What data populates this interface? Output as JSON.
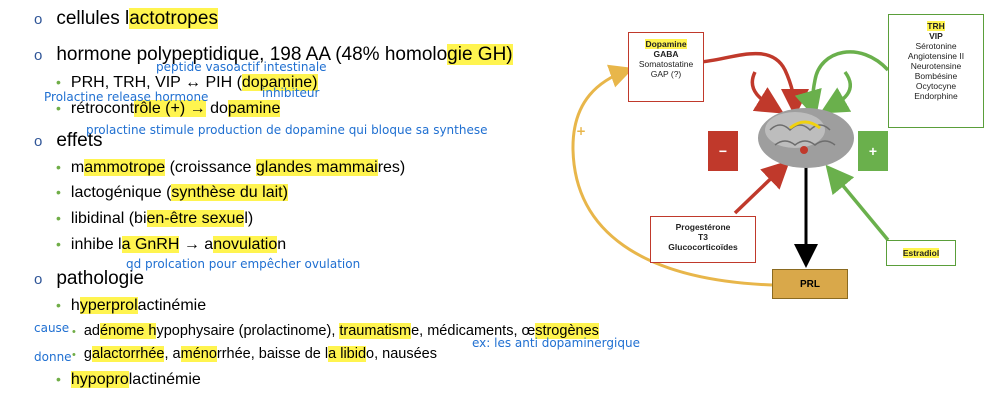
{
  "list": {
    "l1a": {
      "pre": "cellules l",
      "hl": "actotropes"
    },
    "l1b": {
      "pre": "hormone polypeptidique, 198 AA (48% homolo",
      "hl": "gie GH)"
    },
    "l2a": {
      "pre": "PRH, TRH, VIP ↔ PIH (",
      "hl": "dopamine)"
    },
    "l2b": {
      "pre": "rétrocont",
      "hl": "rôle (+) →",
      "mid": " do",
      "hl2": "pamine"
    },
    "l1c": {
      "text": "effets"
    },
    "l2c": {
      "pre": "m",
      "hl": "ammotrope",
      "mid": " (croissance ",
      "hl2": "glandes mammai",
      "post": "res)"
    },
    "l2d": {
      "pre": "lactogénique (",
      "hl": "synthèse du lait)"
    },
    "l2e": {
      "pre": "libidinal (bi",
      "hl": "en-être sexue",
      "post": "l)"
    },
    "l2f": {
      "pre": "inhibe l",
      "hl": "a GnRH",
      "mid": " → a",
      "hl2": "novulatio",
      "post": "n"
    },
    "l1d": {
      "text": "pathologie"
    },
    "l2g": {
      "pre": "h",
      "hl": "yperprol",
      "post": "actinémie"
    },
    "l3a": {
      "pre": "ad",
      "hl": "énome h",
      "mid": "ypophysaire (prolactinome), ",
      "hl2": "traumatism",
      "mid2": "e, médicaments, œ",
      "hl3": "strogènes"
    },
    "l3b": {
      "pre": "g",
      "hl": "alactorrhée",
      "mid": ", a",
      "hl2": "méno",
      "mid2": "rrhée, baisse de l",
      "hl3": "a libid",
      "post": "o, nausées"
    },
    "l2h": {
      "hl": "hypopro",
      "post": "lactinémie"
    }
  },
  "notes": {
    "peptide": "peptide vasoactif intestinale",
    "inhibiteur": "inhibiteur",
    "prl_release": "Prolactine release hormone",
    "prolactine_stimule": "prolactine stimule production de dopamine qui bloque sa synthese",
    "qd": "qd prolcation pour empêcher ovulation",
    "cause": "cause",
    "donne": "donne",
    "ex": "ex: les anti dopaminergique"
  },
  "diagram": {
    "dopamine_box": [
      "Dopamine",
      "GABA",
      "Somatostatine",
      "GAP (?)"
    ],
    "trh_box": [
      "TRH",
      "VIP",
      "Sérotonine",
      "Angiotensine II",
      "Neurotensine",
      "Bombésine",
      "Ocytocyne",
      "Endorphine"
    ],
    "progesterone_box": [
      "Progestérone",
      "T3",
      "Glucocorticoïdes"
    ],
    "estradiol": "Estradiol",
    "prl": "PRL",
    "minus": "−",
    "plus": "+",
    "plus_small": "+"
  },
  "colors": {
    "highlight": "#fff44f",
    "note": "#1f6fd1",
    "inhibit": "#c0392b",
    "stimulate": "#6ab04c",
    "loop": "#e8b64a"
  }
}
